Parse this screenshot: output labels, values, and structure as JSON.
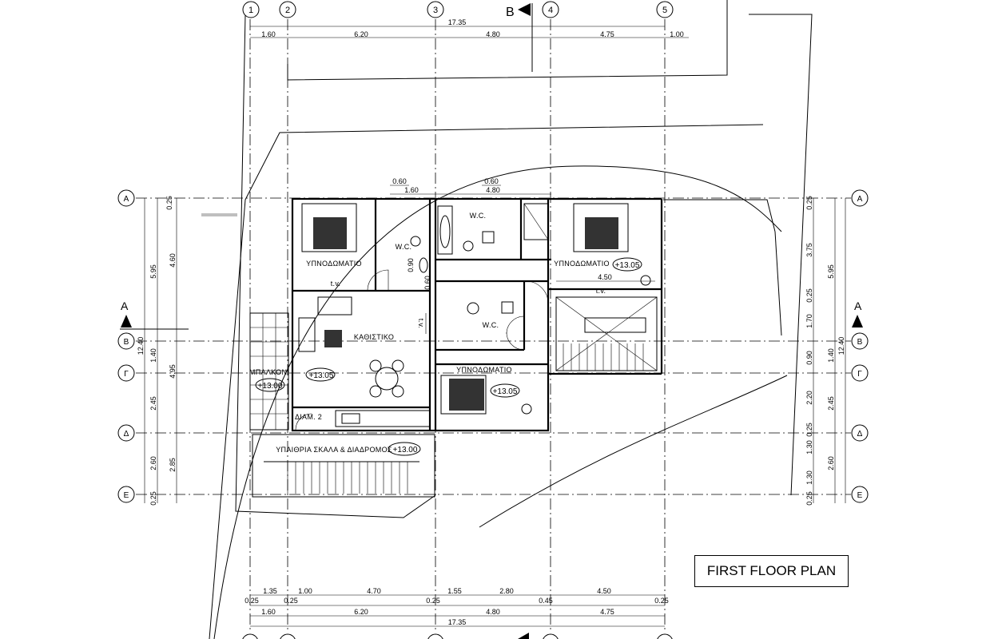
{
  "drawing_title": "FIRST FLOOR PLAN",
  "grid_columns": [
    "1",
    "2",
    "3",
    "4",
    "5"
  ],
  "grid_rows": [
    "A",
    "B",
    "Γ",
    "Δ",
    "E"
  ],
  "section_markers": {
    "vertical": "B",
    "horizontal": "A"
  },
  "dimensions_top": {
    "overall": "17.35",
    "segments": [
      "1.60",
      "6.20",
      "4.80",
      "4.75",
      "1.00"
    ]
  },
  "dimensions_bottom": {
    "row1": [
      "1.35",
      "1.00",
      "4.70",
      "1.55",
      "2.80",
      "4.50"
    ],
    "row2": [
      "0.25",
      "0.25",
      "0.25",
      "0.45",
      "0.25"
    ],
    "row3": [
      "1.60",
      "6.20",
      "4.80",
      "4.75"
    ],
    "overall": "17.35"
  },
  "dimensions_left": {
    "outer": [
      "0.25",
      "4.60",
      "5.95",
      "1.40",
      "4.95",
      "2.45",
      "2.60",
      "2.85",
      "0.25",
      "12.40"
    ]
  },
  "dimensions_right": {
    "inner": [
      "0.25",
      "3.75",
      "0.25",
      "1.70",
      "0.90",
      "2.20",
      "0.25",
      "1.30",
      "1.30",
      "0.25"
    ],
    "outer": [
      "5.95",
      "1.40",
      "2.45",
      "2.60",
      "12.40"
    ]
  },
  "interior_dims": {
    "d1": "0.60",
    "d2": "1.60",
    "d3": "0.60",
    "d4": "4.80",
    "d5": "0.90",
    "d6": "0.60",
    "d7": "4.50"
  },
  "rooms": {
    "bedroom_left": "ΥΠΝΟΔΩΜΑΤΙΟ",
    "wc_left": "W.C.",
    "wc_top": "W.C.",
    "bedroom_right": "ΥΠΝΟΔΩΜΑΤΙΟ",
    "wc_mid": "W.C.",
    "living": "ΚΑΘΙΣΤΙΚΟ",
    "balcony": "ΜΠΑΛΚΟΝΙ",
    "bedroom_mid": "ΥΠΝΟΔΩΜΑΤΙΟ",
    "diam": "ΔΙΑΜ. 2",
    "stair": "ΥΠΑΙΘΡΙΑ ΣΚΑΛΑ & ΔΙΑΔΡΟΜΟΣ"
  },
  "tv_label": "t.v.",
  "levels": {
    "bedroom_right": "+13.05",
    "living": "+13.05",
    "balcony": "+13.00",
    "bedroom_mid": "+13.05",
    "stair": "+13.00"
  }
}
